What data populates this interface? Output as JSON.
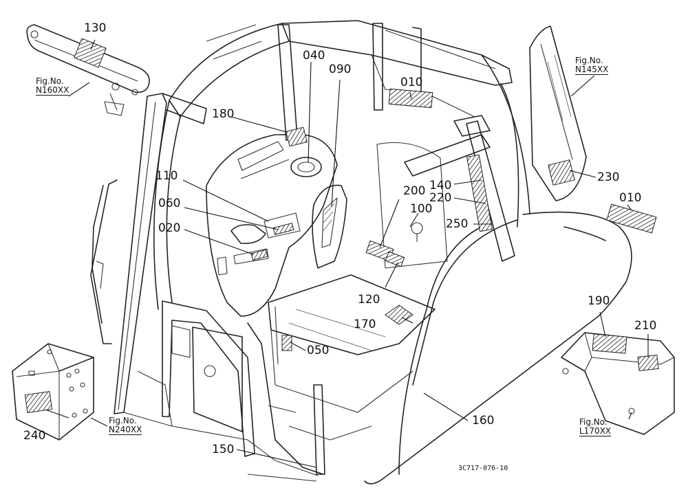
{
  "parts": {
    "p010a": "010",
    "p010b": "010",
    "p020": "020",
    "p040": "040",
    "p050": "050",
    "p060": "060",
    "p090": "090",
    "p100": "100",
    "p110": "110",
    "p120": "120",
    "p130": "130",
    "p140": "140",
    "p150": "150",
    "p160": "160",
    "p170": "170",
    "p180": "180",
    "p190": "190",
    "p200": "200",
    "p210": "210",
    "p220": "220",
    "p230": "230",
    "p240": "240",
    "p250": "250"
  },
  "figrefs": {
    "n160": {
      "label": "Fig.No.",
      "code": "N160XX"
    },
    "n145": {
      "label": "Fig.No.",
      "code": "N145XX"
    },
    "n240": {
      "label": "Fig.No.",
      "code": "N240XX"
    },
    "l170": {
      "label": "Fig.No.",
      "code": "L170XX"
    }
  },
  "drawing_code": "3C717-076-10"
}
